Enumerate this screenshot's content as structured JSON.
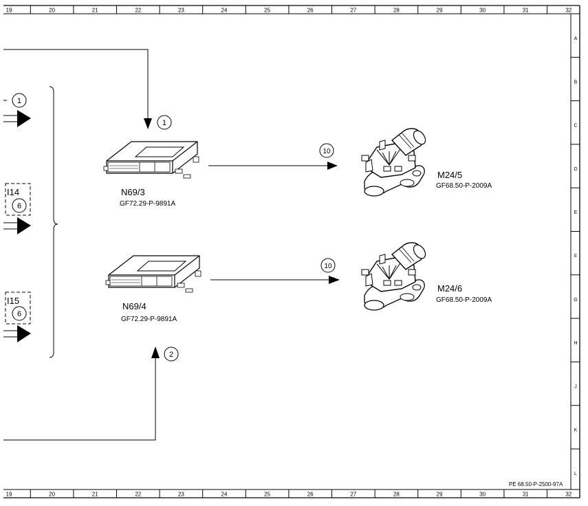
{
  "ruler": {
    "columns": [
      "19",
      "20",
      "21",
      "22",
      "23",
      "24",
      "25",
      "26",
      "27",
      "28",
      "29",
      "30",
      "31",
      "32"
    ],
    "rows": [
      "A",
      "B",
      "C",
      "D",
      "E",
      "F",
      "G",
      "H",
      "J",
      "K",
      "L"
    ]
  },
  "callouts": {
    "left_top": "1",
    "left_i14": "6",
    "left_i15": "6",
    "input_n69_3": "1",
    "input_n69_4": "2",
    "output_upper": "10",
    "output_lower": "10"
  },
  "left_boxes": {
    "i14": "I14",
    "i15": "I15"
  },
  "components": {
    "n69_3": {
      "id": "N69/3",
      "ref": "GF72.29-P-9891A"
    },
    "n69_4": {
      "id": "N69/4",
      "ref": "GF72.29-P-9891A"
    },
    "m24_5": {
      "id": "M24/5",
      "ref": "GF68.50-P-2009A"
    },
    "m24_6": {
      "id": "M24/6",
      "ref": "GF68.50-P-2009A"
    }
  },
  "drawing_number": "PE 68.50-P-2500-97A"
}
